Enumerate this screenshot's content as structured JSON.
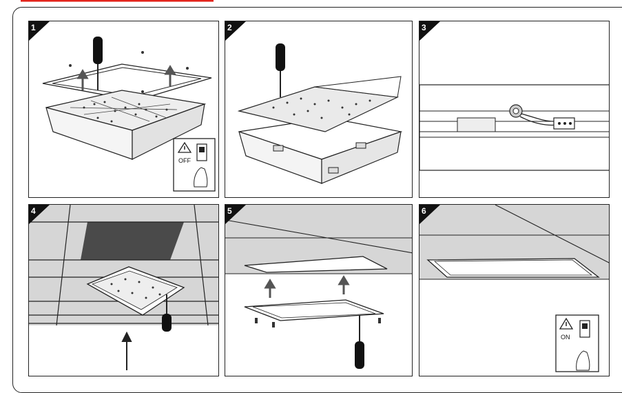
{
  "steps": [
    {
      "number": "1",
      "switch_label": "OFF"
    },
    {
      "number": "2"
    },
    {
      "number": "3"
    },
    {
      "number": "4"
    },
    {
      "number": "5"
    },
    {
      "number": "6",
      "switch_label": "ON"
    }
  ],
  "colors": {
    "header_red": "#e2231a",
    "line": "#222222",
    "ceiling_gray": "#d6d6d6",
    "dark_tile": "#4a4a4a"
  }
}
